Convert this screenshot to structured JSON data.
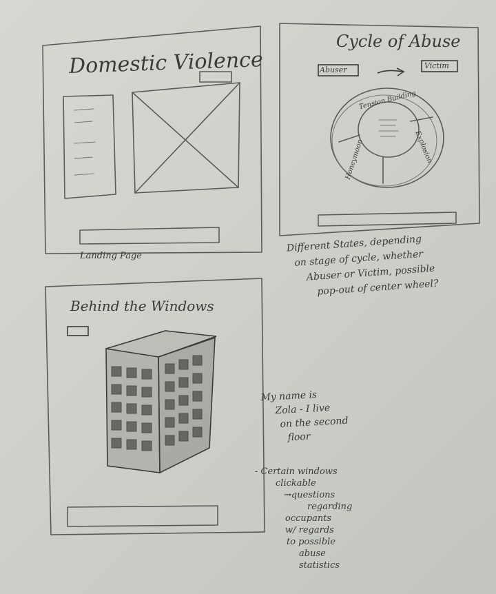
{
  "landing": {
    "title": "Domestic Violence",
    "caption": "Landing Page"
  },
  "cycle": {
    "title": "Cycle of Abuse",
    "abuser_label": "Abuser",
    "victim_label": "Victim",
    "segments": [
      "Tension Building",
      "Explosion",
      "Honeymoon"
    ],
    "note_lines": [
      "Different States, depending",
      "on stage of cycle, whether",
      "Abuser or Victim, possible",
      "pop-out of center wheel?"
    ]
  },
  "windows": {
    "title": "Behind the Windows",
    "quote_lines": [
      "My name is",
      "Zola - I live",
      "on the second",
      "floor"
    ],
    "feature_lines": [
      "- Certain windows",
      "clickable",
      "→questions",
      "regarding",
      "occupants",
      "w/ regards",
      "to possible",
      "abuse",
      "statistics"
    ]
  }
}
